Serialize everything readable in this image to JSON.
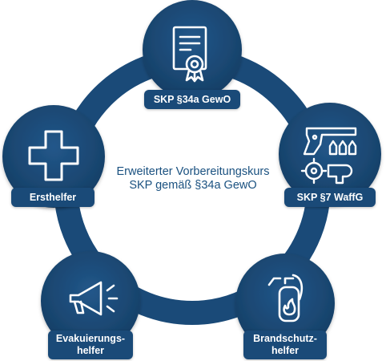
{
  "center": {
    "line1": "Erweiterter Vorbereitungskurs",
    "line2": "SKP gemäß §34a GewO"
  },
  "nodes": [
    {
      "label": "SKP §34a GewO",
      "icon": "certificate-icon"
    },
    {
      "label": "SKP §7 WaffG",
      "icon": "weapon-target-icon"
    },
    {
      "label_line1": "Brandschutz-",
      "label_line2": "helfer",
      "icon": "fire-extinguisher-icon"
    },
    {
      "label_line1": "Evakuierungs-",
      "label_line2": "helfer",
      "icon": "megaphone-icon"
    },
    {
      "label": "Ersthelfer",
      "icon": "first-aid-cross-icon"
    }
  ],
  "colors": {
    "primary": "#1a4a78",
    "dark": "#163f66",
    "text": "#1a5180",
    "white": "#ffffff"
  }
}
